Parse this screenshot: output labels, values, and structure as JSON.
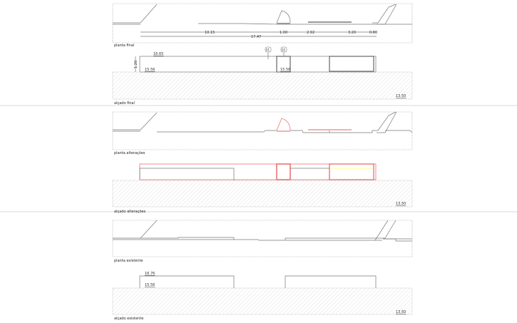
{
  "sheets": [
    {
      "plan_label": "planta final",
      "elevation_label": "alçado final"
    },
    {
      "plan_label": "planta alterações",
      "elevation_label": "alçado alterações"
    },
    {
      "plan_label": "planta existente",
      "elevation_label": "alçado existente"
    }
  ],
  "dimensions": {
    "d1": "10.15",
    "d2": "1.00",
    "d3": "2.92",
    "d4": "3.20",
    "d5": "0.80",
    "total": "17.47",
    "height": "1.20"
  },
  "levels": {
    "final_top": "16.65",
    "final_base": "15.56",
    "door_base": "15.56",
    "ground": "13.50",
    "existing_top": "16.76",
    "existing_base": "15.56"
  },
  "tags": {
    "t1": "01",
    "t2": "02"
  },
  "colors": {
    "line": "#777777",
    "changes": "#f08080",
    "highlight": "#ffff66"
  }
}
